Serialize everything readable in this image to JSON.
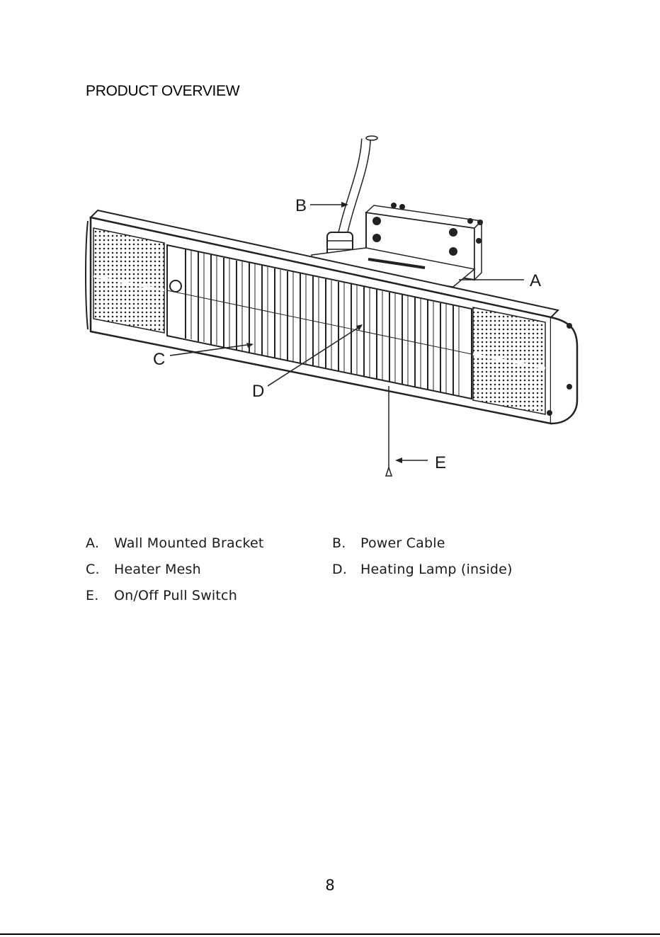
{
  "heading": "PRODUCT OVERVIEW",
  "diagram": {
    "callouts": {
      "a": "A",
      "b": "B",
      "c": "C",
      "d": "D",
      "e": "E"
    }
  },
  "parts": [
    {
      "letter": "A.",
      "label": "Wall Mounted Bracket"
    },
    {
      "letter": "B.",
      "label": "Power Cable"
    },
    {
      "letter": "C.",
      "label": "Heater Mesh"
    },
    {
      "letter": "D.",
      "label": "Heating Lamp (inside)"
    },
    {
      "letter": "E.",
      "label": "On/Off Pull Switch"
    }
  ],
  "page_number": "8"
}
